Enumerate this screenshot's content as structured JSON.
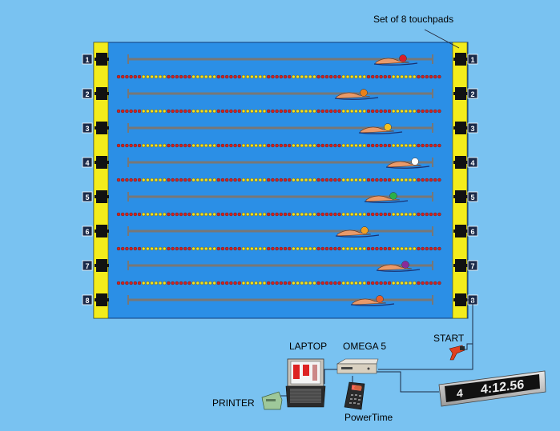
{
  "labels": {
    "touchpads": "Set of 8 touchpads",
    "start": "START",
    "laptop": "LAPTOP",
    "omega": "OMEGA 5",
    "printer": "PRINTER",
    "powertime": "PowerTime"
  },
  "scoreboard": {
    "lane": "4",
    "time": "4:12.56"
  },
  "lanes": [
    {
      "number": "1",
      "cap": "#d8202a"
    },
    {
      "number": "2",
      "cap": "#e8801a"
    },
    {
      "number": "3",
      "cap": "#f4c020"
    },
    {
      "number": "4",
      "cap": "#ffffff"
    },
    {
      "number": "5",
      "cap": "#2bb04a"
    },
    {
      "number": "6",
      "cap": "#f0a020"
    },
    {
      "number": "7",
      "cap": "#8a2a9a"
    },
    {
      "number": "8",
      "cap": "#e8602a"
    }
  ],
  "colors": {
    "background": "#79c2f1",
    "water": "#2b8fe6",
    "touchpad": "#f3ec1c",
    "rope_red": "#d42020",
    "rope_yellow": "#f4e21c"
  }
}
